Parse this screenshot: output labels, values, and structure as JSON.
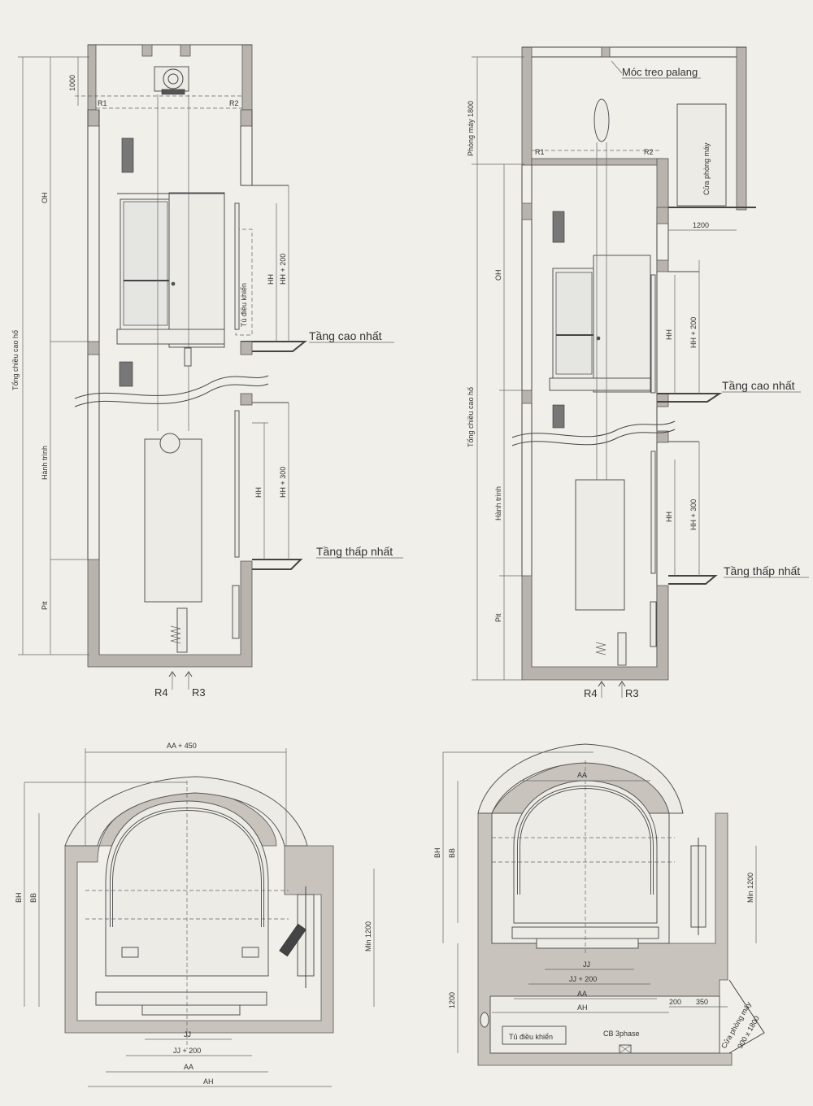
{
  "left_elevation": {
    "dims": {
      "d1000": "1000",
      "oh": "OH",
      "total": "Tổng chiều cao hố",
      "travel": "Hành trình",
      "pit": "Pit",
      "hh1": "HH",
      "hh1p": "HH + 200",
      "hh2": "HH",
      "hh2p": "HH + 300"
    },
    "labels": {
      "r1": "R1",
      "r2": "R2",
      "r3": "R3",
      "r4": "R4",
      "control": "Tủ điều khiển",
      "top_floor": "Tầng cao nhất",
      "bottom_floor": "Tầng thấp nhất"
    }
  },
  "right_elevation": {
    "dims": {
      "room": "Phòng máy 1800",
      "oh": "OH",
      "total": "Tổng chiều cao hố",
      "travel": "Hành trình",
      "pit": "Pit",
      "hh1": "HH",
      "hh1p": "HH + 200",
      "hh2": "HH",
      "hh2p": "HH + 300",
      "d1200": "1200"
    },
    "labels": {
      "hook": "Móc treo palang",
      "room_door": "Cửa phòng máy",
      "r1": "R1",
      "r2": "R2",
      "r3": "R3",
      "r4": "R4",
      "top_floor": "Tầng cao nhất",
      "bottom_floor": "Tầng thấp nhất"
    }
  },
  "left_plan": {
    "dims": {
      "aa450": "AA + 450",
      "bh": "BH",
      "bb": "BB",
      "min1200": "Min 1200",
      "jj": "JJ",
      "jj200": "JJ + 200",
      "aa": "AA",
      "ah": "AH"
    }
  },
  "right_plan": {
    "dims": {
      "bh": "BH",
      "bb": "BB",
      "min1200": "Min 1200",
      "aa": "AA",
      "jj": "JJ",
      "jj200": "JJ + 200",
      "aa2": "AA",
      "ah": "AH",
      "d200": "200",
      "d350": "350",
      "d1200": "1200"
    },
    "labels": {
      "control": "Tủ điều khiển",
      "cb": "CB 3phase",
      "door": "Cửa phòng máy",
      "door_size": "900 x 1800"
    }
  }
}
